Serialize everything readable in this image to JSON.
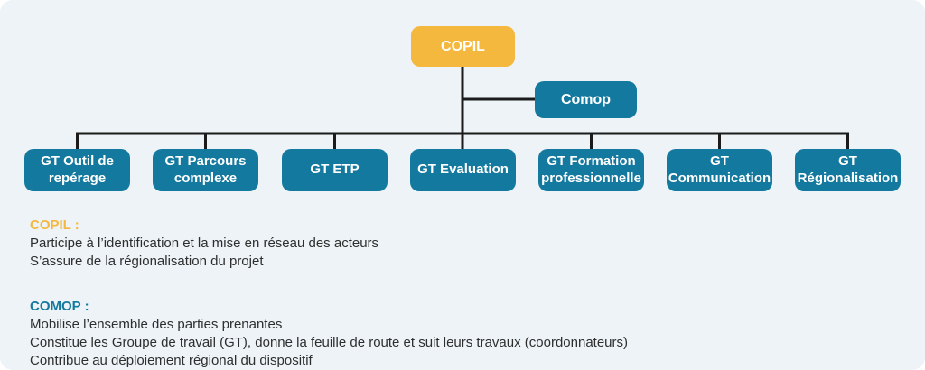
{
  "colors": {
    "background": "#edf3f6",
    "copil_yellow": "#f5b83e",
    "teal": "#14799e",
    "connector_line": "#1b1b1b",
    "body_text": "#2e2e2e"
  },
  "org_chart": {
    "root": {
      "label": "COPIL"
    },
    "side": {
      "label": "Comop"
    },
    "groups": [
      {
        "label": "GT Outil de repérage"
      },
      {
        "label": "GT Parcours complexe"
      },
      {
        "label": "GT ETP"
      },
      {
        "label": "GT Evaluation"
      },
      {
        "label": "GT Formation professionnelle"
      },
      {
        "label": "GT Communication"
      },
      {
        "label": "GT Régionalisation"
      }
    ]
  },
  "legend": {
    "copil": {
      "heading": "COPIL :",
      "lines": [
        "Participe à l’identification et la mise en réseau des acteurs",
        "S’assure de la régionalisation du projet"
      ]
    },
    "comop": {
      "heading": "COMOP :",
      "lines": [
        "Mobilise l’ensemble des parties prenantes",
        "Constitue les Groupe de travail (GT), donne la feuille de route et suit leurs travaux (coordonnateurs)",
        "Contribue au déploiement régional du dispositif"
      ]
    }
  }
}
